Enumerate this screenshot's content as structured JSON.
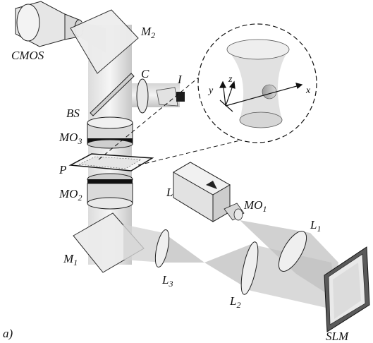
{
  "labels": {
    "cmos": "CMOS",
    "m2": "M",
    "m2_sub": "2",
    "c": "C",
    "i": "I",
    "bs": "BS",
    "mo3": "MO",
    "mo3_sub": "3",
    "p": "P",
    "mo2": "MO",
    "mo2_sub": "2",
    "l": "L",
    "mo1": "MO",
    "mo1_sub": "1",
    "m1": "M",
    "m1_sub": "1",
    "l3": "L",
    "l3_sub": "3",
    "l2": "L",
    "l2_sub": "2",
    "l1": "L",
    "l1_sub": "1",
    "slm": "SLM",
    "panel": "a)"
  },
  "inset_axes": {
    "x": "x",
    "y": "y",
    "z": "z"
  },
  "colors": {
    "beam": "#cfcfcf",
    "beam_dark": "#a9a9a9",
    "optic": "#e3e3e3",
    "edge": "#222222"
  }
}
